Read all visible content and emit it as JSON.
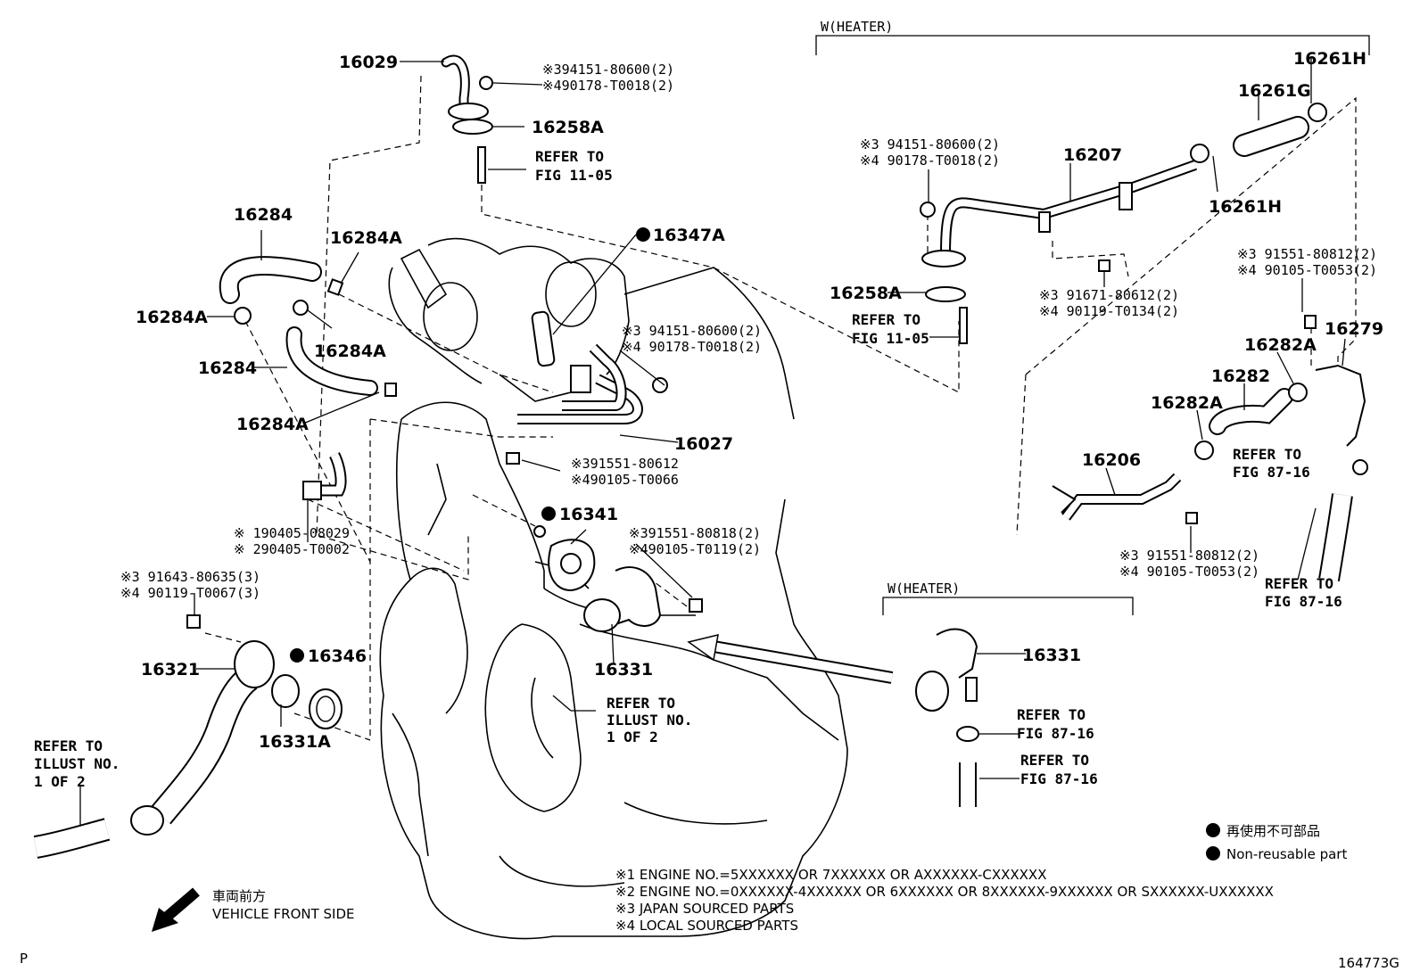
{
  "diagram_id": "164773G",
  "corner_mark": "P",
  "heater_label": "W(HEATER)",
  "parts": {
    "p16029": "16029",
    "p16258A_top": "16258A",
    "p16284_top": "16284",
    "p16284A_top": "16284A",
    "p16284A_left": "16284A",
    "p16284A_mid": "16284A",
    "p16284_mid": "16284",
    "p16284A_low": "16284A",
    "p16347A": "16347A",
    "p16027": "16027",
    "p16341": "16341",
    "p16331_main": "16331",
    "p16321": "16321",
    "p16346": "16346",
    "p16331A": "16331A",
    "p16207": "16207",
    "p16258A_right": "16258A",
    "p16261H_top": "16261H",
    "p16261G": "16261G",
    "p16261H_mid": "16261H",
    "p16279": "16279",
    "p16282A_top": "16282A",
    "p16282": "16282",
    "p16282A_low": "16282A",
    "p16206": "16206",
    "p16331_heater": "16331"
  },
  "refs": {
    "r16029_1": "※394151-80600(2)",
    "r16029_2": "※490178-T0018(2)",
    "refer_top_1": "REFER TO",
    "refer_top_2": "FIG 11-05",
    "r16027a_1": "※3 94151-80600(2)",
    "r16027a_2": "※4 90178-T0018(2)",
    "r16027b_1": "※391551-80612",
    "r16027b_2": "※490105-T0066",
    "r_elbow_1": "※ 190405-08029",
    "r_elbow_2": "※ 290405-T0002",
    "r16331_1": "※391551-80818(2)",
    "r16331_2": "※490105-T0119(2)",
    "r16321_1": "※3 91643-80635(3)",
    "r16321_2": "※4 90119-T0067(3)",
    "r16207_1": "※3 94151-80600(2)",
    "r16207_2": "※4 90178-T0018(2)",
    "refer_right_1": "REFER TO",
    "refer_right_2": "FIG 11-05",
    "r16207b_1": "※3 91671-80612(2)",
    "r16207b_2": "※4 90119-T0134(2)",
    "r16279_1": "※3 91551-80812(2)",
    "r16279_2": "※4 90105-T0053(2)",
    "r16206_1": "※3 91551-80812(2)",
    "r16206_2": "※4 90105-T0053(2)",
    "refer_fig87a_1": "REFER TO",
    "refer_fig87a_2": "FIG 87-16",
    "refer_fig87b_1": "REFER TO",
    "refer_fig87b_2": "FIG 87-16",
    "refer_fig87c_1": "REFER TO",
    "refer_fig87c_2": "FIG 87-16",
    "refer_fig87d_1": "REFER TO",
    "refer_fig87d_2": "FIG 87-16",
    "refer_illust_mid_1": "REFER TO",
    "refer_illust_mid_2": "ILLUST NO.",
    "refer_illust_mid_3": "1 OF 2",
    "refer_illust_left_1": "REFER TO",
    "refer_illust_left_2": "ILLUST NO.",
    "refer_illust_left_3": "1 OF 2"
  },
  "legend": {
    "jp": "再使用不可部品",
    "en": "Non-reusable part"
  },
  "front": {
    "jp": "車両前方",
    "en": "VEHICLE FRONT SIDE"
  },
  "notes": [
    "※1 ENGINE NO.=5XXXXXX OR 7XXXXXX OR AXXXXXX-CXXXXXX",
    "※2 ENGINE NO.=0XXXXXX-4XXXXXX OR 6XXXXXX OR 8XXXXXX-9XXXXXX OR SXXXXXX-UXXXXXX",
    "※3 JAPAN SOURCED PARTS",
    "※4 LOCAL SOURCED PARTS"
  ]
}
